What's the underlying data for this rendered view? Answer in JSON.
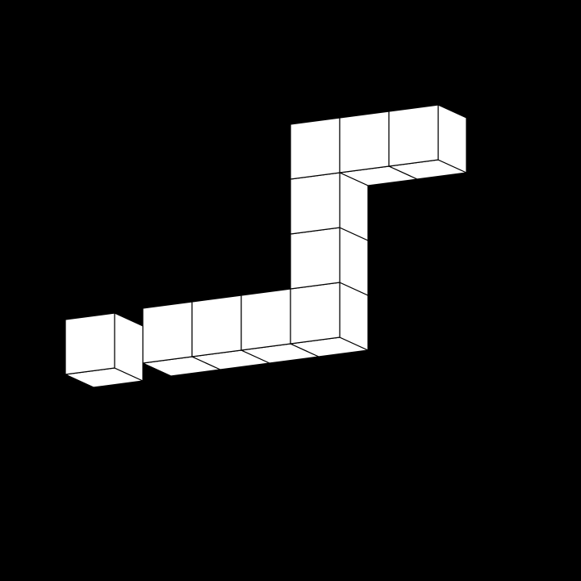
{
  "figure": {
    "kind": "isometric cube structure",
    "background_color": "#000000",
    "face_color": "#ffffff",
    "edge_color": "#000000",
    "cubes": [
      {
        "i": 0,
        "j": 0
      },
      {
        "i": 1,
        "j": 0
      },
      {
        "i": 2,
        "j": 0
      },
      {
        "i": 3,
        "j": 0
      },
      {
        "i": 3,
        "j": 1
      },
      {
        "i": 3,
        "j": 2
      },
      {
        "i": 3,
        "j": 3
      },
      {
        "i": 4,
        "j": 3
      },
      {
        "i": 5,
        "j": 3
      }
    ],
    "detached_cube": {
      "i": -1,
      "j": 0
    }
  }
}
